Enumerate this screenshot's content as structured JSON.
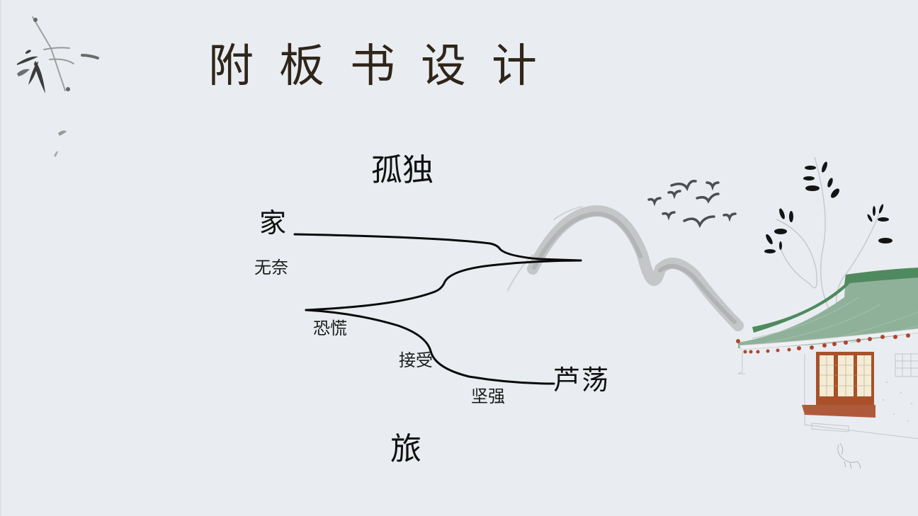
{
  "slide": {
    "title": "附板书设计",
    "background_color": "#e9edf1",
    "title_color": "#2f2519"
  },
  "diagram": {
    "top_label": "孤独",
    "bottom_label": "旅",
    "start_node": "家",
    "end_node": "芦荡",
    "stage_labels": [
      {
        "text": "无奈"
      },
      {
        "text": "恐慌"
      },
      {
        "text": "接受"
      },
      {
        "text": "坚强"
      }
    ]
  },
  "decorations": {
    "icons": [
      "bamboo-ink-icon",
      "ink-mountain-icon",
      "birds-flock-icon",
      "tree-icon",
      "house-icon",
      "rooster-icon"
    ],
    "roof_color": "#7fa68a",
    "roof_ridge_color": "#4f8a5f",
    "door_color": "#a9512a",
    "lantern_color": "#b0452f"
  }
}
